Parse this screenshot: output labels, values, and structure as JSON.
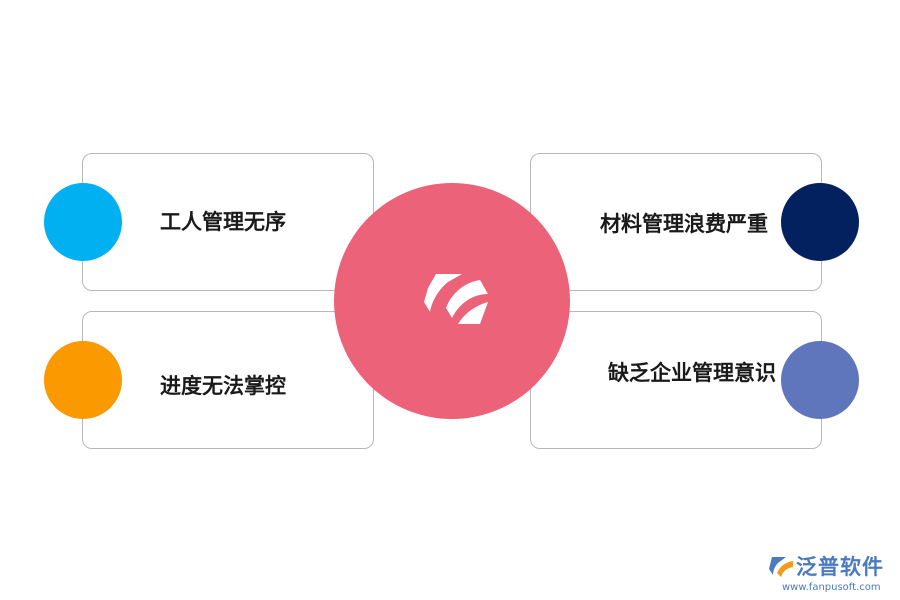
{
  "diagram": {
    "hub": {
      "color": "#ec6278",
      "icon": "stylized-f-logo-icon"
    },
    "items": [
      {
        "label": "工人管理无序",
        "color": "#00b0f0"
      },
      {
        "label": "进度无法掌控",
        "color": "#fa9a00"
      },
      {
        "label": "材料管理浪费严重",
        "color": "#03215f"
      },
      {
        "label": "缺乏企业管理意识",
        "color": "#6076bc"
      }
    ]
  },
  "watermark": {
    "name": "泛普软件",
    "url": "www.fanpusoft.com",
    "color": "#4a7bbf"
  }
}
